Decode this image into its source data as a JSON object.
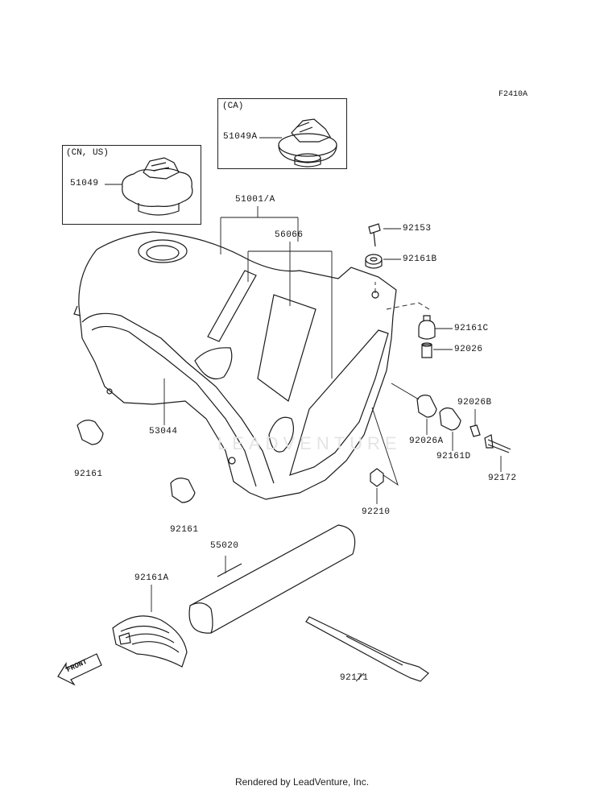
{
  "diagram_code": "F2410A",
  "watermark": "LEADVENTURE",
  "footer": "Rendered by LeadVenture, Inc.",
  "front_label": "FRONT",
  "boxes": {
    "ca": {
      "label": "(CA)",
      "part": "51049A"
    },
    "cn_us": {
      "label": "(CN, US)",
      "part": "51049"
    }
  },
  "parts": {
    "p51001a": "51001/A",
    "p56066": "56066",
    "p92153": "92153",
    "p92161b": "92161B",
    "p92161c": "92161C",
    "p92026": "92026",
    "p92026b": "92026B",
    "p92026a": "92026A",
    "p92161d": "92161D",
    "p92172": "92172",
    "p53044": "53044",
    "p92161_left": "92161",
    "p92161_mid": "92161",
    "p92210": "92210",
    "p55020": "55020",
    "p92161a": "92161A",
    "p92171": "92171"
  }
}
